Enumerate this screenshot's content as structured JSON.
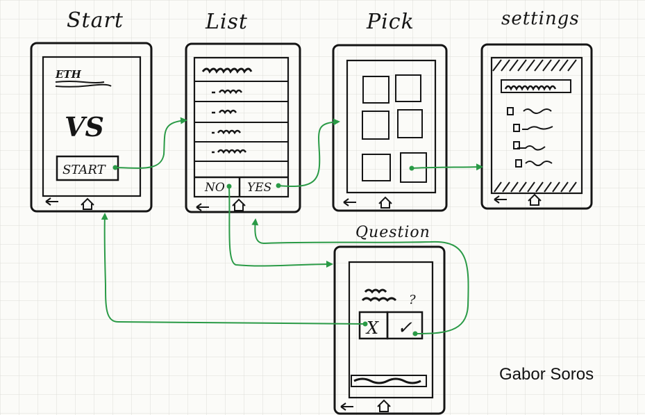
{
  "screens": {
    "start": {
      "title": "Start",
      "eth_label": "ETH",
      "vs_label": "VS",
      "start_button": "START"
    },
    "list": {
      "title": "List",
      "no_button": "NO",
      "yes_button": "YES"
    },
    "pick": {
      "title": "Pick"
    },
    "settings": {
      "title": "settings"
    },
    "question": {
      "title": "Question",
      "question_mark": "?",
      "no_symbol": "X",
      "yes_symbol": "✓"
    }
  },
  "nav": {
    "back_symbol": "←",
    "home_symbol": "⌂"
  },
  "author": "Gabor Soros",
  "colors": {
    "ink": "#151515",
    "arrow": "#2a9a46",
    "grid": "#dcdcd8"
  }
}
